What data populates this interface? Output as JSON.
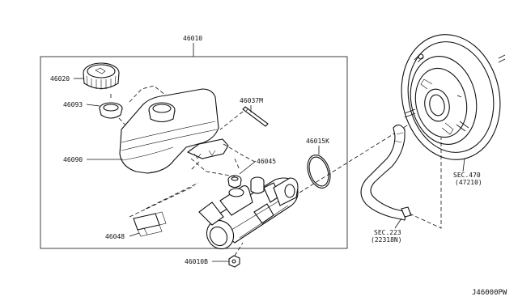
{
  "labels": {
    "assembly": "46010",
    "cap": "46020",
    "seal": "46093",
    "pin": "46037M",
    "oring": "46015K",
    "reservoir": "46090",
    "grommet": "46045",
    "strainer": "46048",
    "nut": "46010B",
    "hose_sec": "SEC.223",
    "hose_sub": "(22318N)",
    "booster_sec": "SEC.470",
    "booster_sub": "(47210)"
  },
  "diagram_id": "J46000PW"
}
